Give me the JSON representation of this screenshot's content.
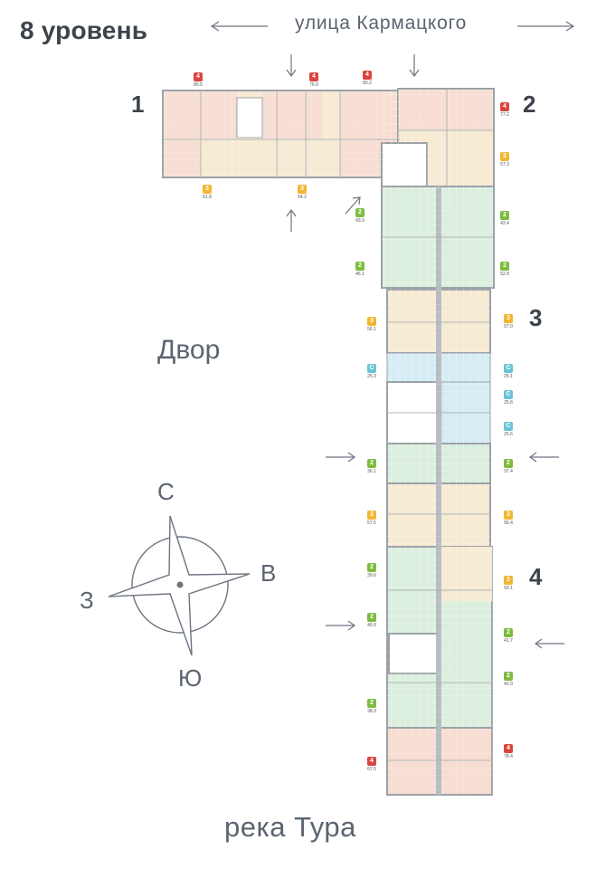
{
  "title": "8 уровень",
  "street_top": "улица Кармацкого",
  "yard_label": "Двор",
  "river_label": "река Тура",
  "compass": {
    "north": "С",
    "east": "В",
    "south": "Ю",
    "west": "З"
  },
  "sections": [
    "1",
    "2",
    "3",
    "4"
  ],
  "colors": {
    "rooms_4": "#d9453f",
    "rooms_3": "#f2b632",
    "rooms_2": "#7dbb42",
    "studio": "#6ac3d6",
    "fill_4": "#f7ddd2",
    "fill_3": "#f6ead3",
    "fill_2": "#dcefdf",
    "fill_studio": "#d6ecf5"
  },
  "apartments": [
    {
      "id": "s1-a",
      "rooms": "4",
      "area": "80.5"
    },
    {
      "id": "s1-b",
      "rooms": "4",
      "area": "76.0"
    },
    {
      "id": "s1-c",
      "rooms": "4",
      "area": "80.2"
    },
    {
      "id": "s1-d",
      "rooms": "3",
      "area": "61.8"
    },
    {
      "id": "s1-e",
      "rooms": "3",
      "area": "54.2"
    },
    {
      "id": "s2-a",
      "rooms": "4",
      "area": "77.2"
    },
    {
      "id": "s2-b",
      "rooms": "3",
      "area": "57.3"
    },
    {
      "id": "s2-c",
      "rooms": "2",
      "area": "43.9"
    },
    {
      "id": "s2-d",
      "rooms": "2",
      "area": "43.4"
    },
    {
      "id": "s2-e",
      "rooms": "2",
      "area": "45.1"
    },
    {
      "id": "s2-f",
      "rooms": "2",
      "area": "52.8"
    },
    {
      "id": "s3-a",
      "rooms": "3",
      "area": "56.1"
    },
    {
      "id": "s3-b",
      "rooms": "3",
      "area": "57.0"
    },
    {
      "id": "s3-c",
      "rooms": "С",
      "area": "25.3"
    },
    {
      "id": "s3-d",
      "rooms": "С",
      "area": "25.1"
    },
    {
      "id": "s3-e",
      "rooms": "С",
      "area": "25.6"
    },
    {
      "id": "s3-f",
      "rooms": "С",
      "area": "25.6"
    },
    {
      "id": "s3-g",
      "rooms": "2",
      "area": "36.1"
    },
    {
      "id": "s3-h",
      "rooms": "2",
      "area": "37.4"
    },
    {
      "id": "s3-i",
      "rooms": "3",
      "area": "57.5"
    },
    {
      "id": "s3-j",
      "rooms": "3",
      "area": "56.4"
    },
    {
      "id": "s4-a",
      "rooms": "2",
      "area": "39.6"
    },
    {
      "id": "s4-b",
      "rooms": "3",
      "area": "59.1"
    },
    {
      "id": "s4-c",
      "rooms": "2",
      "area": "40.0"
    },
    {
      "id": "s4-d",
      "rooms": "2",
      "area": "41.7"
    },
    {
      "id": "s4-e",
      "rooms": "2",
      "area": "42.0"
    },
    {
      "id": "s4-f",
      "rooms": "2",
      "area": "38.3"
    },
    {
      "id": "s4-g",
      "rooms": "4",
      "area": "67.5"
    },
    {
      "id": "s4-h",
      "rooms": "4",
      "area": "78.4"
    }
  ]
}
